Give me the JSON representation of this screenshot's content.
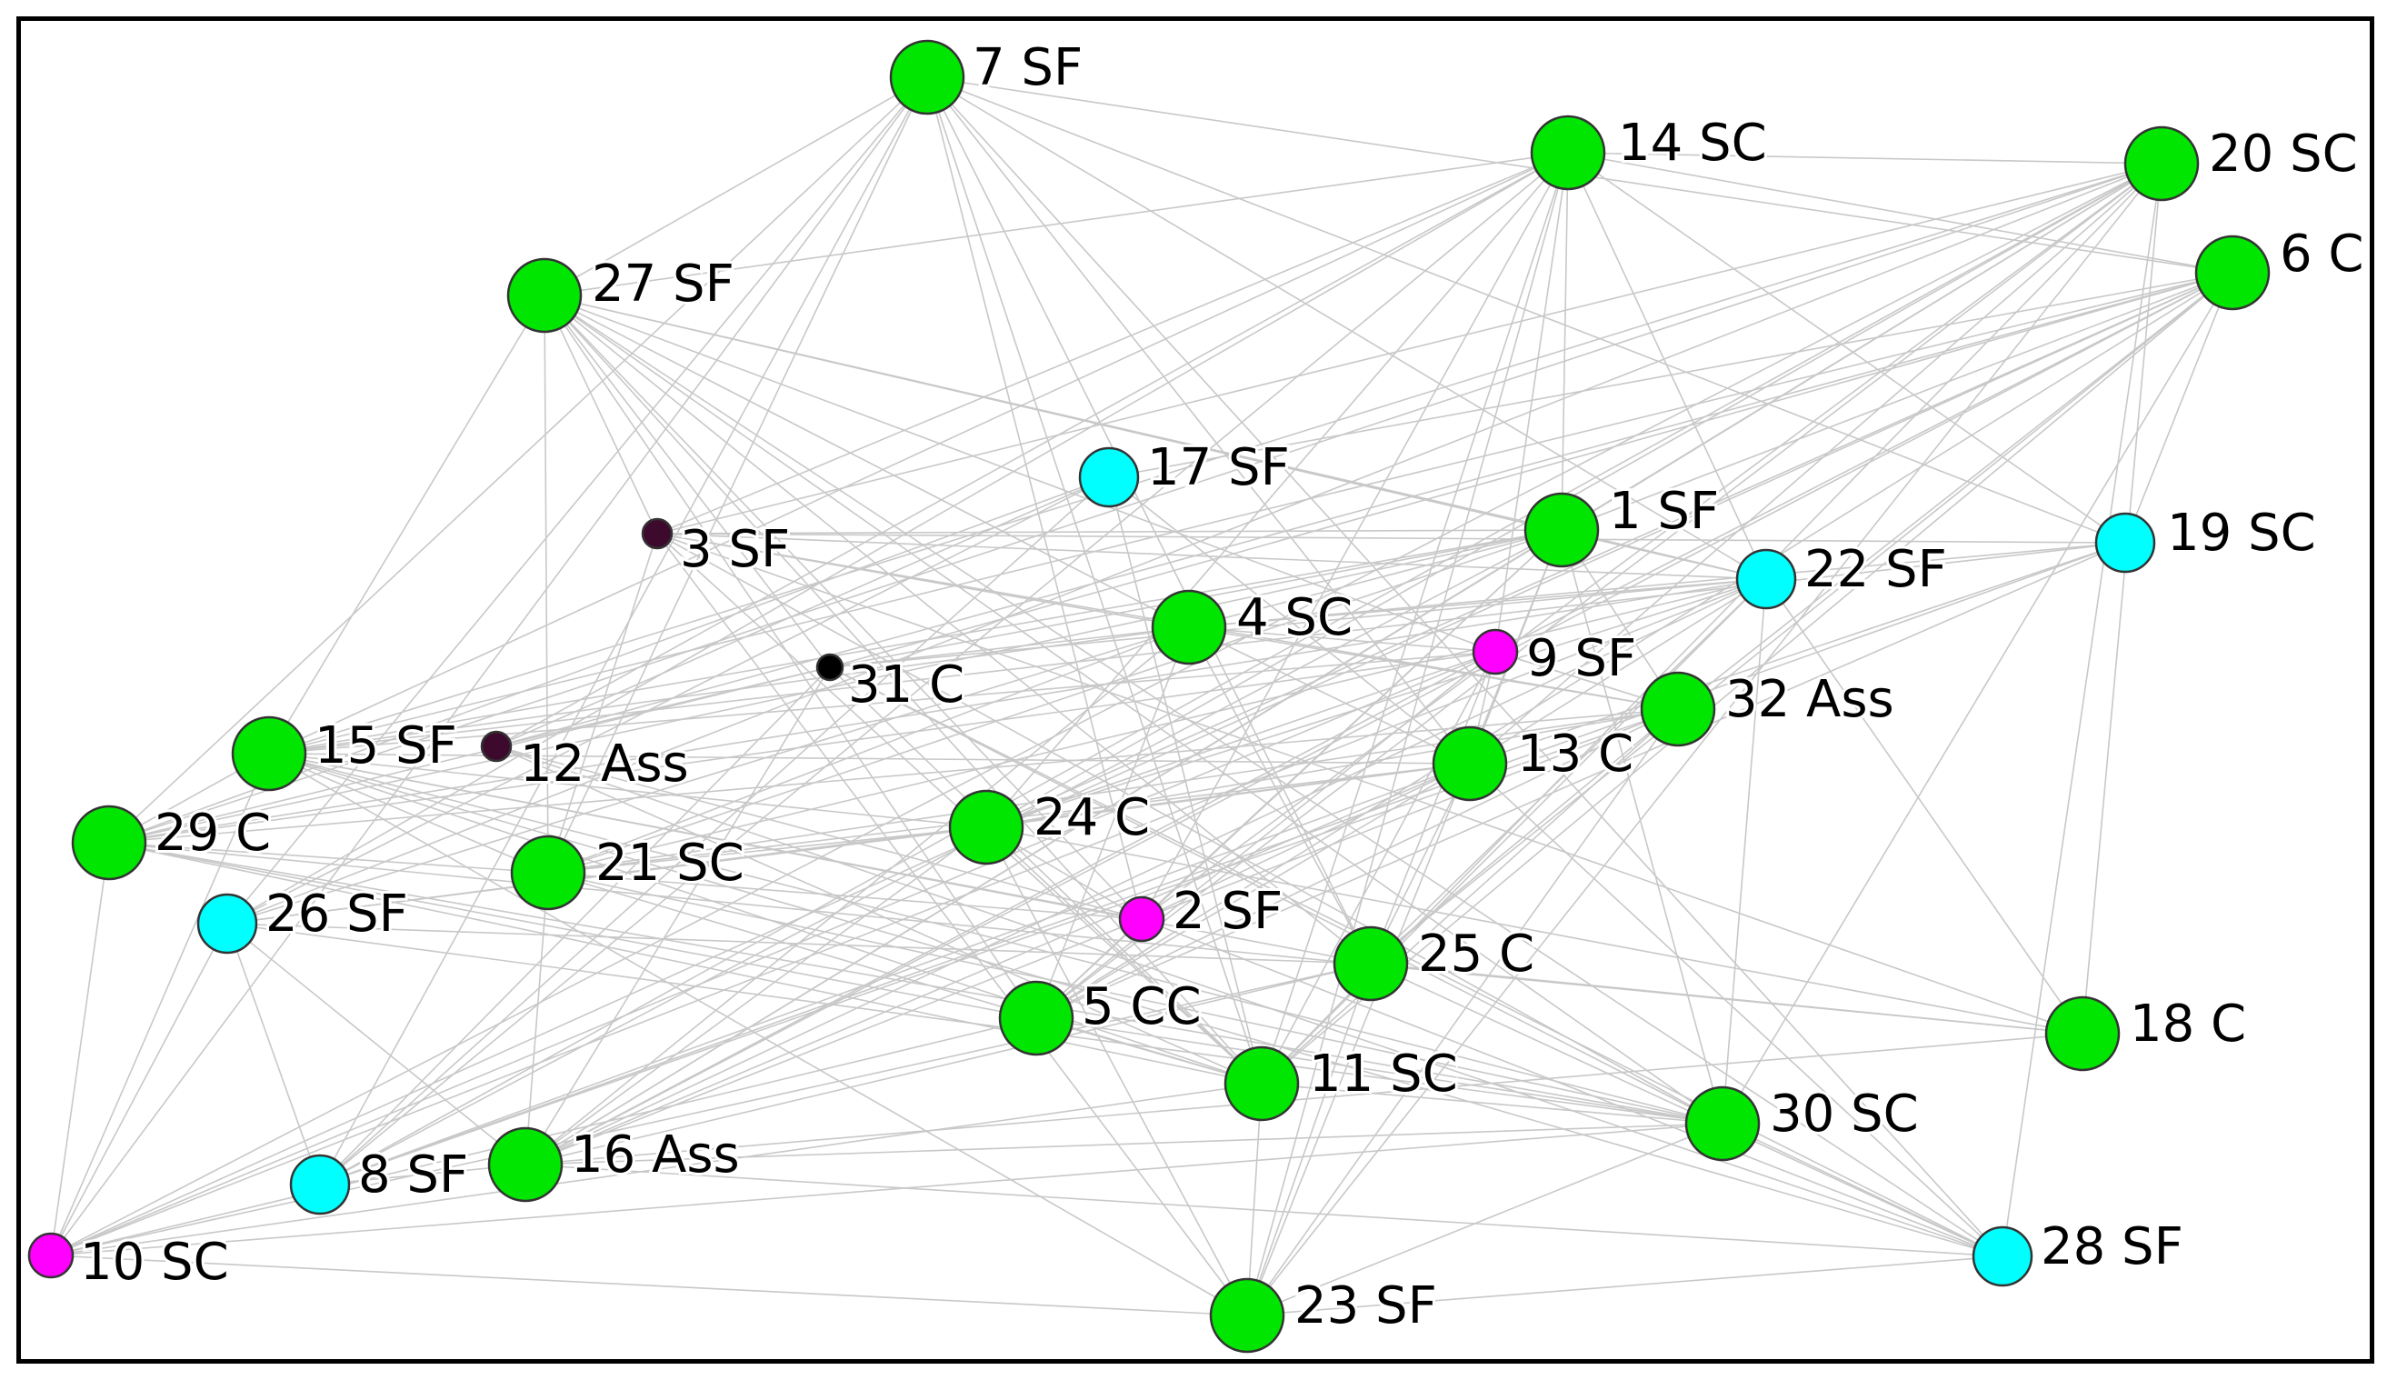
{
  "legend_colors": {
    "large_green": "#00e600",
    "cyan": "#00ffff",
    "magenta": "#ff00ff",
    "dark_purple": "#3d0a2e",
    "black": "#000000",
    "edge": "#c8c8c8"
  },
  "nodes": [
    {
      "id": "7",
      "label": "7 SF",
      "group": "large_green"
    },
    {
      "id": "14",
      "label": "14 SC",
      "group": "large_green"
    },
    {
      "id": "20",
      "label": "20 SC",
      "group": "large_green"
    },
    {
      "id": "6",
      "label": "6 C",
      "group": "large_green"
    },
    {
      "id": "27",
      "label": "27 SF",
      "group": "large_green"
    },
    {
      "id": "17",
      "label": "17 SF",
      "group": "cyan"
    },
    {
      "id": "1",
      "label": "1 SF",
      "group": "large_green"
    },
    {
      "id": "19",
      "label": "19 SC",
      "group": "cyan"
    },
    {
      "id": "3",
      "label": "3 SF",
      "group": "dark_purple"
    },
    {
      "id": "22",
      "label": "22 SF",
      "group": "cyan"
    },
    {
      "id": "4",
      "label": "4 SC",
      "group": "large_green"
    },
    {
      "id": "9",
      "label": "9 SF",
      "group": "magenta"
    },
    {
      "id": "31",
      "label": "31 C",
      "group": "black"
    },
    {
      "id": "32",
      "label": "32 Ass",
      "group": "large_green"
    },
    {
      "id": "15",
      "label": "15 SF",
      "group": "large_green"
    },
    {
      "id": "12",
      "label": "12 Ass",
      "group": "dark_purple"
    },
    {
      "id": "13",
      "label": "13 C",
      "group": "large_green"
    },
    {
      "id": "29",
      "label": "29 C",
      "group": "large_green"
    },
    {
      "id": "24",
      "label": "24 C",
      "group": "large_green"
    },
    {
      "id": "21",
      "label": "21 SC",
      "group": "large_green"
    },
    {
      "id": "26",
      "label": "26 SF",
      "group": "cyan"
    },
    {
      "id": "2",
      "label": "2 SF",
      "group": "magenta"
    },
    {
      "id": "25",
      "label": "25 C",
      "group": "large_green"
    },
    {
      "id": "5",
      "label": "5 CC",
      "group": "large_green"
    },
    {
      "id": "18",
      "label": "18 C",
      "group": "large_green"
    },
    {
      "id": "11",
      "label": "11 SC",
      "group": "large_green"
    },
    {
      "id": "30",
      "label": "30 SC",
      "group": "large_green"
    },
    {
      "id": "16",
      "label": "16 Ass",
      "group": "large_green"
    },
    {
      "id": "8",
      "label": "8 SF",
      "group": "cyan"
    },
    {
      "id": "28",
      "label": "28 SF",
      "group": "cyan"
    },
    {
      "id": "10",
      "label": "10 SC",
      "group": "magenta"
    },
    {
      "id": "23",
      "label": "23 SF",
      "group": "large_green"
    }
  ]
}
